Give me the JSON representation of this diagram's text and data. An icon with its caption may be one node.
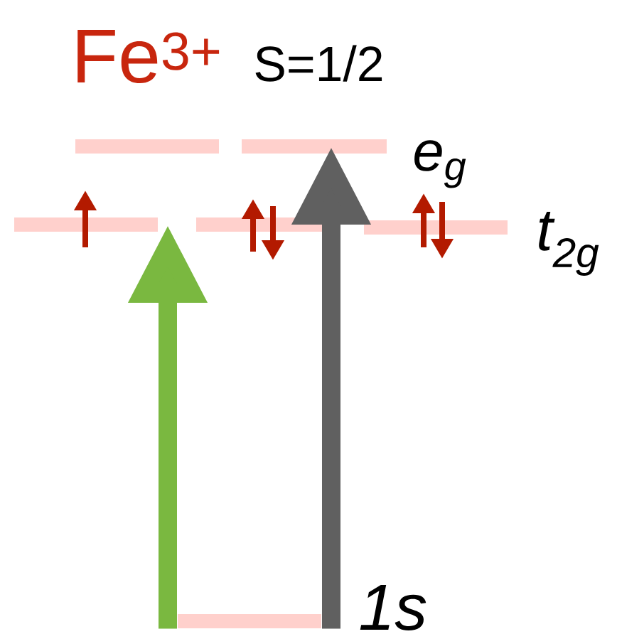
{
  "diagram": {
    "nodes": [
      {
        "text": [],
        "shape": "bar"
      },
      {
        "text": [],
        "shape": "bar",
        "beside": [
          "e$_{g}$"
        ]
      },
      {
        "text": [],
        "shape": "bar"
      },
      {
        "text": [],
        "shape": "bar"
      },
      {
        "text": [],
        "shape": "bar",
        "beside": [
          "t$_{2g}$"
        ]
      },
      {
        "text": [],
        "shape": "bar",
        "beside": [
          "1s"
        ]
      }
    ],
    "edges": [
      {
        "from": 5,
        "to": 2,
        "arrow": "to",
        "color": "#7ab840"
      },
      {
        "from": 5,
        "to": 1,
        "arrow": "to",
        "color": "#606060"
      }
    ],
    "labels": [
      "Fe$^{3+}$",
      "S=1/2"
    ]
  }
}
